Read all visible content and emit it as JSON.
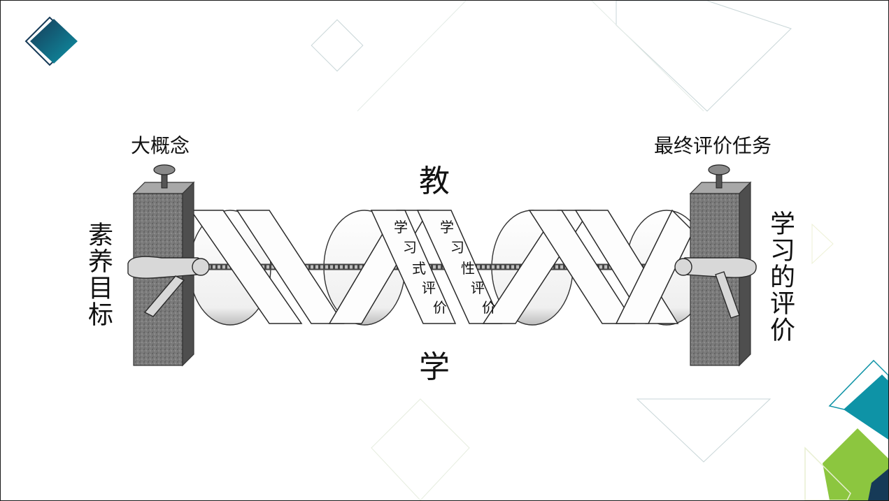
{
  "labels": {
    "top_left": "大概念",
    "top_right": "最终评价任务",
    "top_center": "教",
    "bottom_center": "学",
    "left_vertical": "素养目标",
    "right_vertical": "学习的评价"
  },
  "ribbon_labels": {
    "left_strand": [
      "学",
      "习",
      "式",
      "评",
      "价"
    ],
    "right_strand": [
      "学",
      "习",
      "性",
      "评",
      "价"
    ]
  },
  "colors": {
    "accent_teal": "#0e93a6",
    "accent_green": "#8cc63f",
    "accent_navy": "#163a57",
    "outline": "#9fb4b8"
  },
  "icons": {
    "top_left_badge": "diamond-icon",
    "corner_decoration": "corner-diamond-cluster-icon"
  }
}
